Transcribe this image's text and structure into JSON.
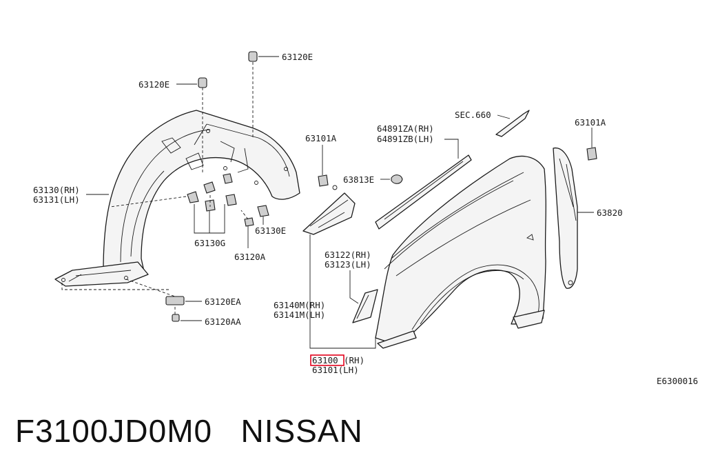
{
  "diagram": {
    "labels": {
      "p63120E_top": "63120E",
      "p63120E_left": "63120E",
      "p63130_rh": "63130(RH)",
      "p63131_lh": "63131(LH)",
      "p63130G": "63130G",
      "p63120A": "63120A",
      "p63130E": "63130E",
      "p63120EA": "63120EA",
      "p63120AA": "63120AA",
      "p63101A_left": "63101A",
      "p63813E": "63813E",
      "sec660": "SEC.660",
      "p64891ZA": "64891ZA(RH)",
      "p64891ZB": "64891ZB(LH)",
      "p63101A_right": "63101A",
      "p63820": "63820",
      "p63122": "63122(RH)",
      "p63123": "63123(LH)",
      "p63140M": "63140M(RH)",
      "p63141M": "63141M(LH)",
      "p63100_code": "63100",
      "p63100_side": "(RH)",
      "p63101_lh": "63101(LH)",
      "figure_id": "E6300016"
    },
    "colors": {
      "highlight": "#e3001b",
      "line": "#1a1a1a"
    }
  },
  "caption": {
    "part_number": "F3100JD0M0",
    "brand": "NISSAN"
  }
}
